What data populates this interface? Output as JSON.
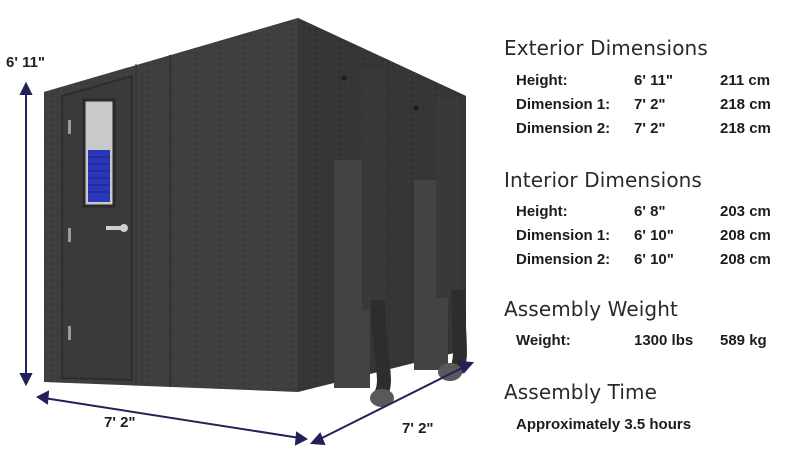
{
  "image": {
    "height_label": "6' 11\"",
    "width_label_front": "7' 2\"",
    "width_label_side": "7' 2\""
  },
  "specs": {
    "exterior": {
      "title": "Exterior Dimensions",
      "rows": [
        {
          "label": "Height:",
          "imperial": "6' 11\"",
          "metric": "211 cm"
        },
        {
          "label": "Dimension 1:",
          "imperial": "7' 2\"",
          "metric": "218 cm"
        },
        {
          "label": "Dimension 2:",
          "imperial": "7' 2\"",
          "metric": "218 cm"
        }
      ]
    },
    "interior": {
      "title": "Interior Dimensions",
      "rows": [
        {
          "label": "Height:",
          "imperial": "6' 8\"",
          "metric": "203 cm"
        },
        {
          "label": "Dimension 1:",
          "imperial": "6' 10\"",
          "metric": "208 cm"
        },
        {
          "label": "Dimension 2:",
          "imperial": "6' 10\"",
          "metric": "208 cm"
        }
      ]
    },
    "weight": {
      "title": "Assembly Weight",
      "row": {
        "label": "Weight:",
        "imperial": "1300 lbs",
        "metric": "589 kg"
      }
    },
    "time": {
      "title": "Assembly Time",
      "text": "Approximately 3.5 hours"
    }
  },
  "colors": {
    "arrow": "#23215a",
    "booth_front": "#3f3d3d",
    "booth_side": "#363434",
    "booth_top": "#4a4848",
    "window_glass": "#c9c9c9",
    "foam_blue": "#2a37b8"
  }
}
